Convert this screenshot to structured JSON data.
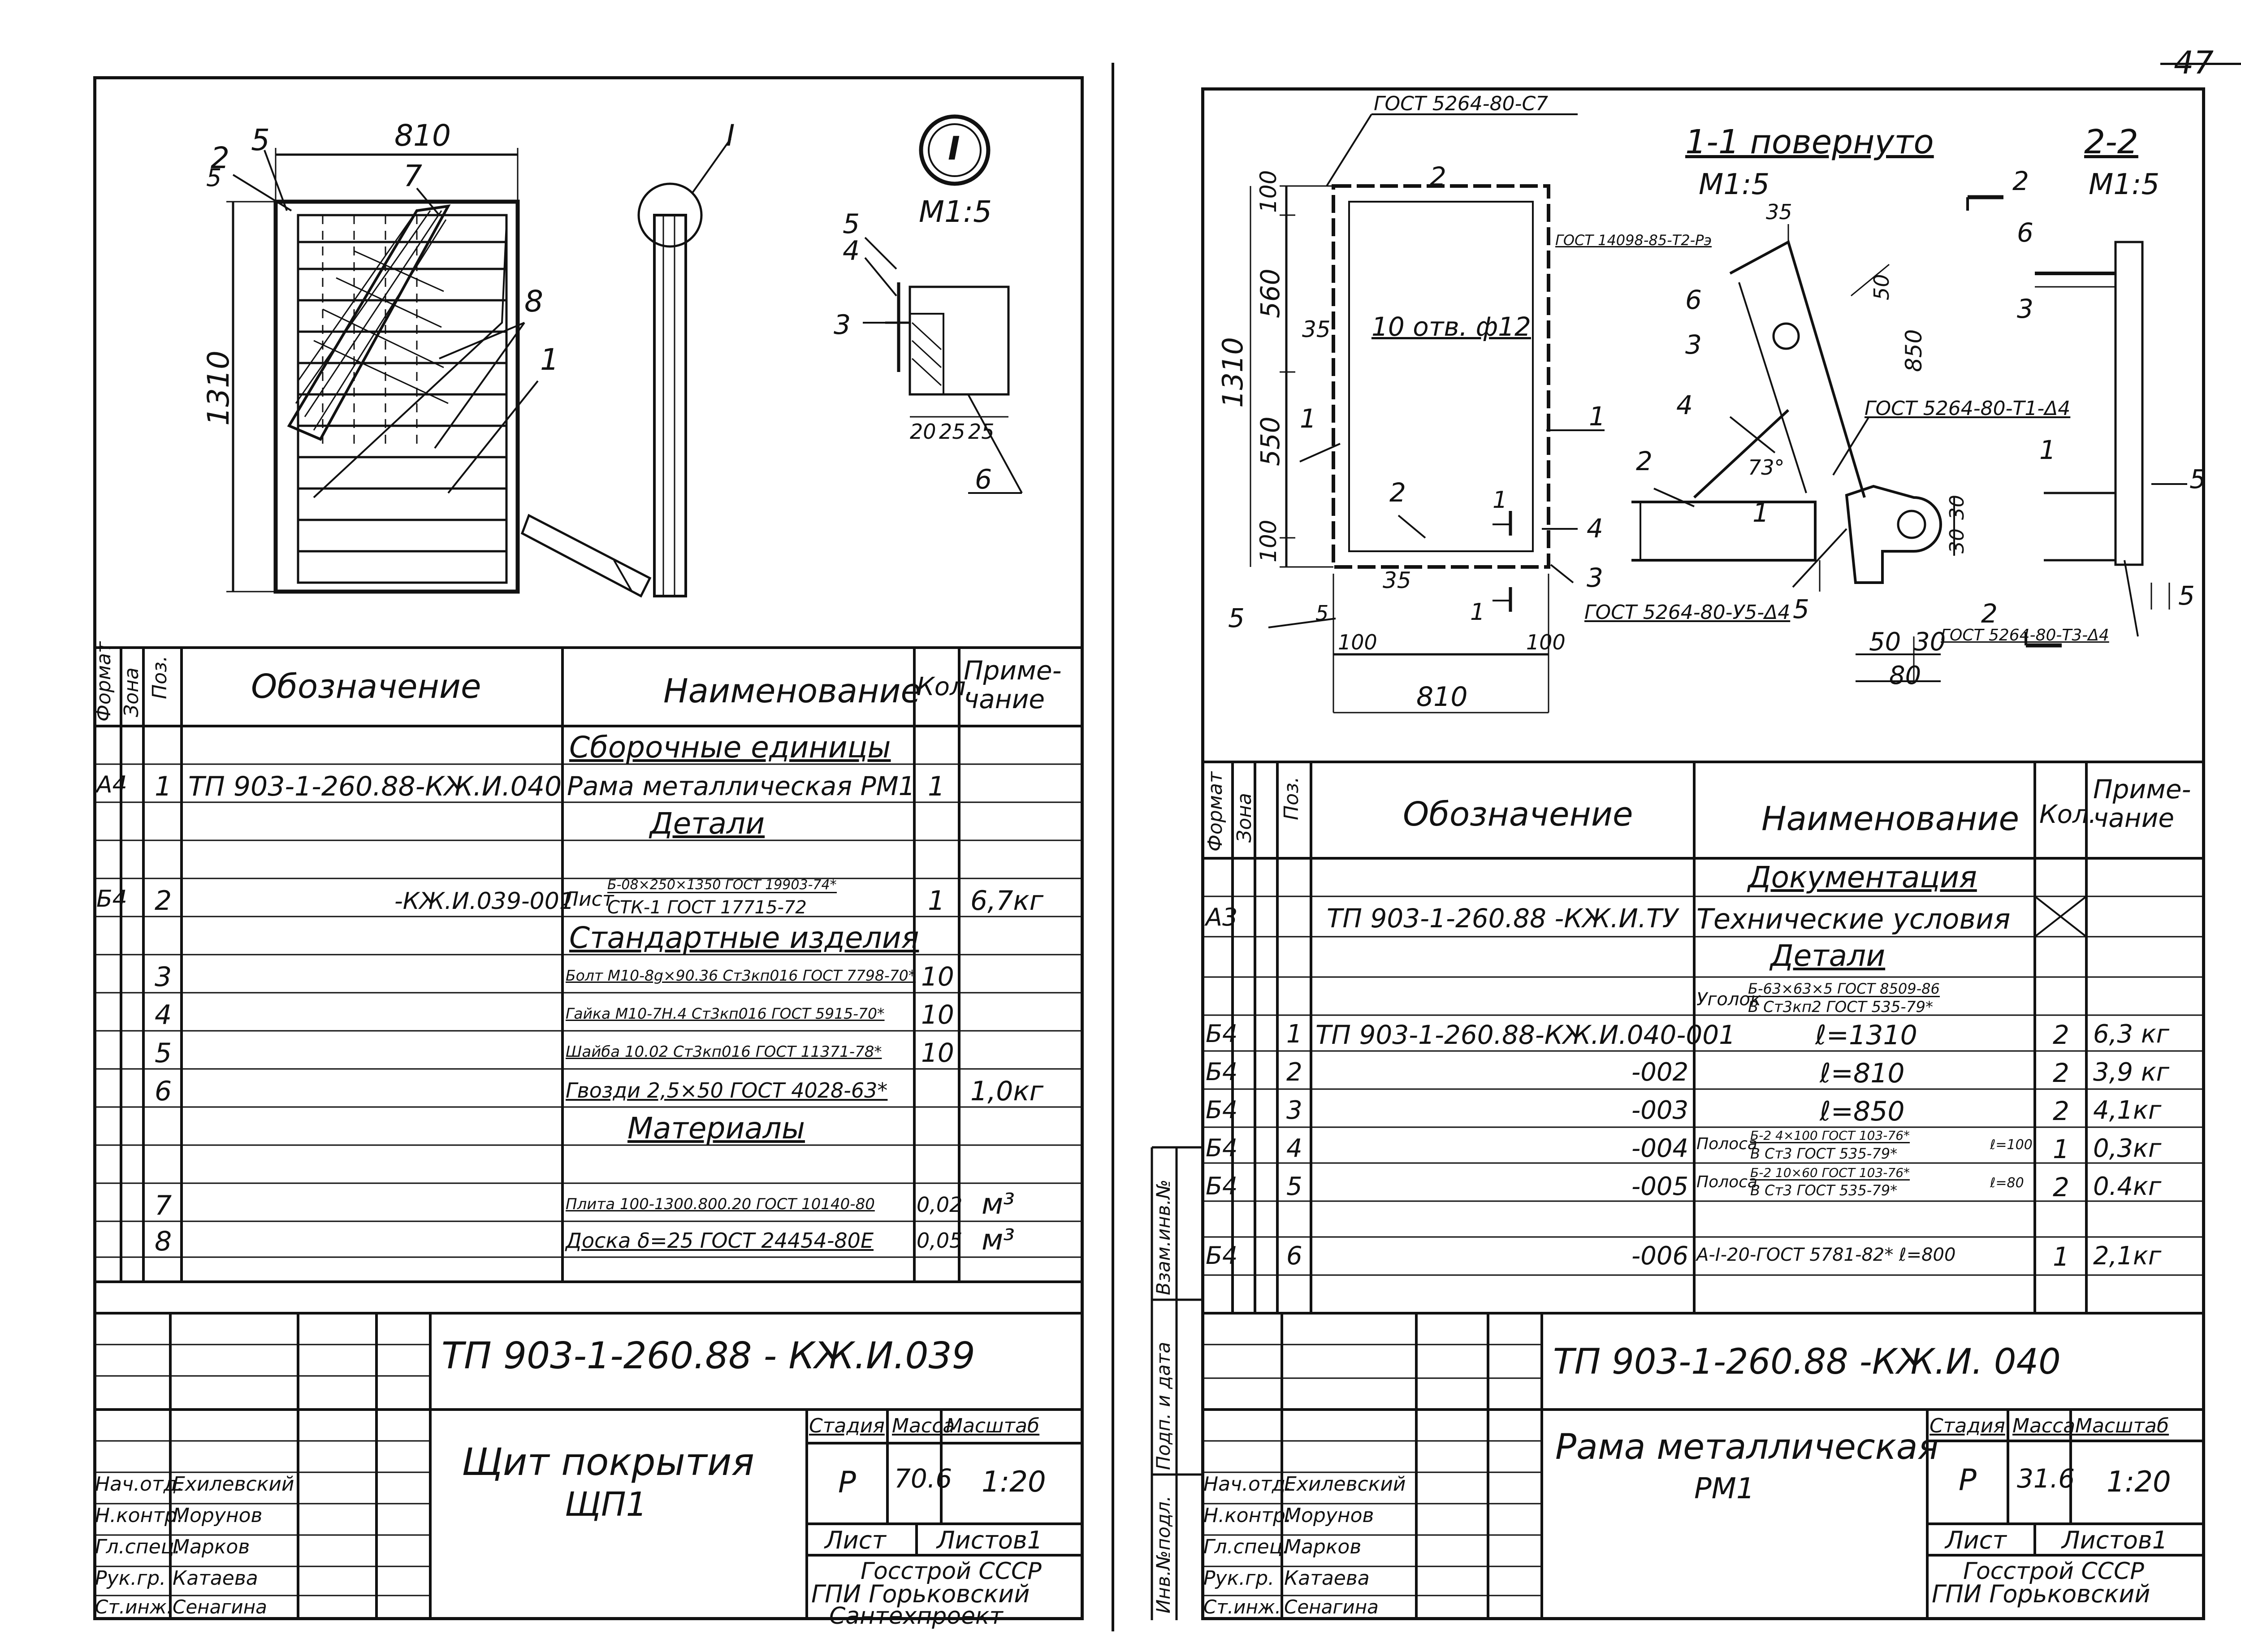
{
  "page_number": "47",
  "left": {
    "dims": {
      "width": "810",
      "height": "1310",
      "d5": "5",
      "d5b": "5"
    },
    "callouts": [
      "2",
      "5",
      "7",
      "8",
      "1"
    ],
    "node": {
      "mark": "I",
      "view_id": "I",
      "scale": "М1:5",
      "labels": [
        "5",
        "4",
        "3",
        "6"
      ],
      "dims": [
        "20",
        "25",
        "25"
      ]
    },
    "table": {
      "headers": {
        "format": "Формат",
        "zone": "Зона",
        "pos": "Поз.",
        "designation": "Обозначение",
        "name": "Наименование",
        "qty": "Кол.",
        "note": "Приме-чание"
      },
      "rows": [
        {
          "section": "Сборочные единицы"
        },
        {
          "format": "А4",
          "pos": "1",
          "designation": "ТП 903-1-260.88-КЖ.И.040",
          "name": "Рама металлическая РМ1",
          "qty": "1",
          "note": ""
        },
        {
          "section": "Детали"
        },
        {
          "format": "Б4",
          "pos": "2",
          "designation": "-КЖ.И.039-001",
          "name_prefix": "Лист",
          "name_top": "Б-08×250×1350 ГОСТ 19903-74*",
          "name_bottom": "СТК-1 ГОСТ 17715-72",
          "qty": "1",
          "note": "6,7кг"
        },
        {
          "section": "Стандартные изделия"
        },
        {
          "pos": "3",
          "name": "Болт М10-8g×90.36 Ст3кп016 ГОСТ 7798-70*",
          "qty": "10"
        },
        {
          "pos": "4",
          "name": "Гайка М10-7Н.4 Ст3кп016 ГОСТ 5915-70*",
          "qty": "10"
        },
        {
          "pos": "5",
          "name": "Шайба 10.02 Ст3кп016 ГОСТ 11371-78*",
          "qty": "10"
        },
        {
          "pos": "6",
          "name": "Гвозди 2,5×50 ГОСТ 4028-63*",
          "note": "1,0кг"
        },
        {
          "section": "Материалы"
        },
        {
          "pos": "7",
          "name": "Плита 100-1300.800.20 ГОСТ 10140-80",
          "qty": "0,02",
          "note": "м³"
        },
        {
          "pos": "8",
          "name": "Доска δ=25 ГОСТ 24454-80Е",
          "qty": "0,05",
          "note": "м³"
        }
      ]
    },
    "stamp": {
      "doc_code": "ТП 903-1-260.88 - КЖ.И.039",
      "title_line1": "Щит покрытия",
      "title_line2": "ЩП1",
      "stage_label": "Стадия",
      "mass_label": "Масса",
      "scale_label": "Масштаб",
      "stage": "Р",
      "mass": "70.6",
      "scale": "1:20",
      "sheet_label": "Лист",
      "sheets_label": "Листов1",
      "org_line1": "Госстрой СССР",
      "org_line2": "ГПИ Горьковский",
      "org_line3": "Сантехпроект",
      "people": [
        {
          "role": "Нач.отд.",
          "name": "Ехилевский"
        },
        {
          "role": "Н.контр.",
          "name": "Морунов"
        },
        {
          "role": "Гл.спец.",
          "name": "Марков"
        },
        {
          "role": "Рук.гр.",
          "name": "Катаева"
        },
        {
          "role": "Ст.инж.",
          "name": "Сенагина"
        }
      ]
    }
  },
  "right": {
    "section_title": "1-1 повернуто",
    "section_scale": "М1:5",
    "section2_title": "2-2",
    "section2_scale": "М1:5",
    "gost_top": "ГОСТ 5264-80-С7",
    "gost_weld1": "ГОСТ 14098-85-Т2-Рэ",
    "gost_weld2": "ГОСТ 5264-80-Т1-Δ4",
    "gost_weld3": "ГОСТ 5264-80-У5-Δ4",
    "gost_weld4": "ГОСТ 5264-80-Т3-Δ4",
    "holes": "10 отв. ф12",
    "dims": {
      "d100a": "100",
      "d560": "560",
      "d1310": "1310",
      "d550": "550",
      "d100b": "100",
      "d35a": "35",
      "d35b": "35",
      "d810": "810",
      "d100c": "100",
      "d100d": "100",
      "d35c": "35",
      "d50a": "50",
      "d850": "850",
      "d73": "73°",
      "d30a": "30",
      "d30b": "30",
      "d50b": "50",
      "d30c": "30",
      "d80": "80"
    },
    "cut_marks": [
      "1",
      "1",
      "2",
      "2"
    ],
    "callouts": [
      "2",
      "1",
      "1",
      "2",
      "5",
      "5",
      "4",
      "3",
      "6",
      "3",
      "4",
      "2",
      "1",
      "5",
      "6",
      "3",
      "1",
      "5",
      "5"
    ],
    "side_stamp": [
      "Инв.№подл.",
      "Подп. и дата",
      "Взам.инв.№"
    ],
    "table": {
      "headers": {
        "format": "Формат",
        "zone": "Зона",
        "pos": "Поз.",
        "designation": "Обозначение",
        "name": "Наименование",
        "qty": "Кол.",
        "note": "Приме-чание"
      },
      "rows": [
        {
          "section": "Документация"
        },
        {
          "format": "А3",
          "designation": "ТП 903-1-260.88 -КЖ.И.ТУ",
          "name": "Технические условия",
          "qty_cross": true
        },
        {
          "section": "Детали"
        },
        {
          "name_prefix": "Уголок",
          "name_top": "Б-63×63×5 ГОСТ 8509-86",
          "name_bottom": "В Ст3кп2 ГОСТ 535-79*"
        },
        {
          "format": "Б4",
          "pos": "1",
          "designation": "ТП 903-1-260.88-КЖ.И.040-001",
          "name": "ℓ=1310",
          "qty": "2",
          "note": "6,3 кг"
        },
        {
          "format": "Б4",
          "pos": "2",
          "designation": "-002",
          "name": "ℓ=810",
          "qty": "2",
          "note": "3,9 кг"
        },
        {
          "format": "Б4",
          "pos": "3",
          "designation": "-003",
          "name": "ℓ=850",
          "qty": "2",
          "note": "4,1кг"
        },
        {
          "format": "Б4",
          "pos": "4",
          "designation": "-004",
          "name_prefix": "Полоса",
          "name_top": "Б-2 4×100 ГОСТ 103-76*",
          "name_bottom": "В Ст3 ГОСТ 535-79*",
          "name_suffix": "ℓ=100",
          "qty": "1",
          "note": "0,3кг"
        },
        {
          "format": "Б4",
          "pos": "5",
          "designation": "-005",
          "name_prefix": "Полоса",
          "name_top": "Б-2 10×60 ГОСТ 103-76*",
          "name_bottom": "В Ст3 ГОСТ 535-79*",
          "name_suffix": "ℓ=80",
          "qty": "2",
          "note": "0.4кг"
        },
        {
          "format": "Б4",
          "pos": "6",
          "designation": "-006",
          "name": "А-I-20-ГОСТ 5781-82* ℓ=800",
          "qty": "1",
          "note": "2,1кг"
        }
      ]
    },
    "stamp": {
      "doc_code": "ТП 903-1-260.88 -КЖ.И. 040",
      "title_line1": "Рама металлическая",
      "title_line2": "РМ1",
      "stage_label": "Стадия",
      "mass_label": "Масса",
      "scale_label": "Масштаб",
      "stage": "Р",
      "mass": "31.6",
      "scale": "1:20",
      "sheet_label": "Лист",
      "sheets_label": "Листов1",
      "org_line1": "Госстрой СССР",
      "org_line2": "ГПИ Горьковский",
      "people": [
        {
          "role": "Нач.отд.",
          "name": "Ехилевский"
        },
        {
          "role": "Н.контр.",
          "name": "Морунов"
        },
        {
          "role": "Гл.спец.",
          "name": "Марков"
        },
        {
          "role": "Рук.гр.",
          "name": "Катаева"
        },
        {
          "role": "Ст.инж.",
          "name": "Сенагина"
        }
      ]
    }
  }
}
